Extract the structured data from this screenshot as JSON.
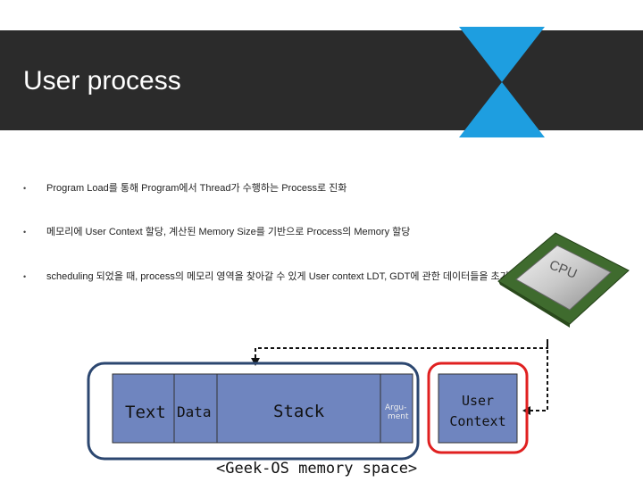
{
  "slide": {
    "title": "User process",
    "bullets": [
      "Program Load를 통해 Program에서 Thread가 수행하는 Process로 진화",
      "메모리에 User Context 할당, 계산된 Memory Size를 기반으로 Process의 Memory 할당",
      "scheduling 되었을 때, process의 메모리 영역을 찾아갈 수 있게 User context LDT, GDT에 관한 데이터들을 초기화"
    ],
    "bullet_marker": "•"
  },
  "cpu": {
    "label": "CPU",
    "icon": "cpu-chip-icon"
  },
  "memory": {
    "segments": [
      {
        "label": "Text"
      },
      {
        "label": "Data"
      },
      {
        "label": "Stack"
      },
      {
        "label": "Argu-\nment"
      }
    ],
    "argument_line1": "Argu-",
    "argument_line2": "ment",
    "user_context_line1": "User",
    "user_context_line2": "Context",
    "caption": "<Geek-OS memory space>"
  },
  "colors": {
    "header_bg": "#2b2b2b",
    "logo_blue": "#1e9ee0",
    "memory_fill": "#6f85bf",
    "memory_border": "#2c4770",
    "user_context_border": "#e02020"
  }
}
